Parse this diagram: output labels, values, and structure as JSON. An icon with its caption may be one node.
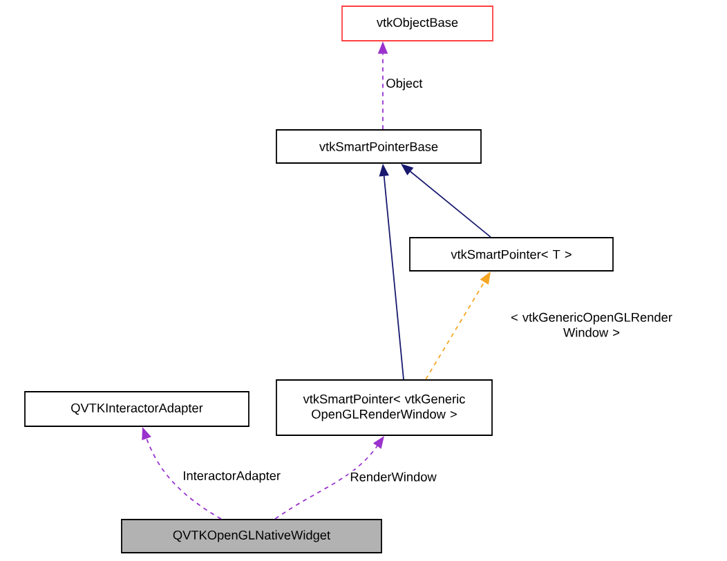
{
  "diagram": {
    "nodes": [
      {
        "text": [
          "vtkObjectBase"
        ]
      },
      {
        "text": [
          "vtkSmartPointerBase"
        ]
      },
      {
        "text": [
          "vtkSmartPointer< T >"
        ]
      },
      {
        "text": [
          "QVTKInteractorAdapter"
        ]
      },
      {
        "text": [
          "vtkSmartPointer< vtkGeneric OpenGLRenderWindow >"
        ]
      },
      {
        "text": [
          "QVTKOpenGLNativeWidget"
        ]
      }
    ],
    "edges": [
      {
        "from": 1,
        "to": 0,
        "arrow": "to",
        "style": "dashed",
        "color": "#9a32cd",
        "label": "Object"
      },
      {
        "from": 2,
        "to": 1,
        "arrow": "to",
        "color": "#191970"
      },
      {
        "from": 4,
        "to": 1,
        "arrow": "to",
        "color": "#191970"
      },
      {
        "from": 4,
        "to": 2,
        "arrow": "to",
        "style": "dashed",
        "color": "#f5a623",
        "label": "< vtkGenericOpenGLRender Window >"
      },
      {
        "from": 5,
        "to": 3,
        "arrow": "to",
        "style": "dashed",
        "color": "#9a32cd",
        "label": "InteractorAdapter"
      },
      {
        "from": 5,
        "to": 4,
        "arrow": "to",
        "style": "dashed",
        "color": "#9a32cd",
        "label": "RenderWindow"
      }
    ]
  }
}
